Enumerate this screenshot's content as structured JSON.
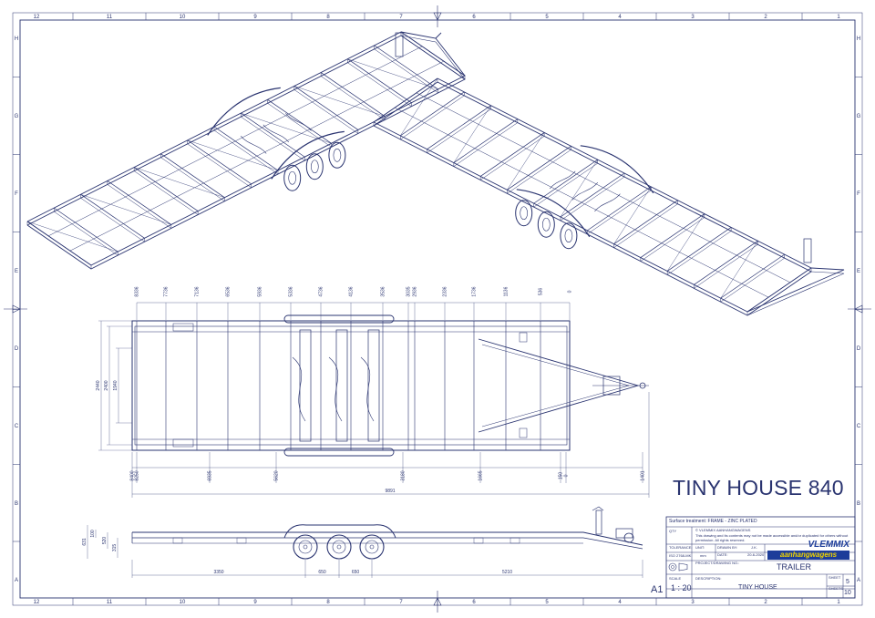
{
  "title": "TINY HOUSE 840",
  "border": {
    "cols_top": [
      "12",
      "11",
      "10",
      "9",
      "8",
      "7",
      "6",
      "5",
      "4",
      "3",
      "2",
      "1"
    ],
    "rows": [
      "H",
      "G",
      "F",
      "E",
      "D",
      "C",
      "B",
      "A"
    ]
  },
  "plan_dims": {
    "top": [
      "8336",
      "7736",
      "7136",
      "6536",
      "5936",
      "5336",
      "4736",
      "4136",
      "3536",
      "3035",
      "2936",
      "2336",
      "1736",
      "1136",
      "536",
      "0"
    ],
    "left": [
      "2440",
      "2400",
      "1940"
    ],
    "bottom": [
      "8400",
      "8250",
      "6935",
      "5620",
      "3180",
      "1665",
      "150",
      "0",
      "1401"
    ],
    "overall": "9891"
  },
  "side_dims": {
    "left": [
      "631",
      "100",
      "520",
      "315"
    ],
    "bottom": [
      "3350",
      "650",
      "650",
      "5210"
    ]
  },
  "titleblock": {
    "surface": "Surface treatment:  FRAME - ZINC PLATED",
    "qty_label": "QTY",
    "copyright": "© VLEMMIX AANHANGWAGENS",
    "notice1": "This drawing and its contents may not be made accessible and/or duplicated for others without",
    "notice2": "permission. All rights reserved.",
    "tolerance_label": "TOLERANCE:",
    "tolerance": "ISO 2768-MK",
    "unit_label": "UNIT:",
    "unit": "mm",
    "drawn_label": "DRAWN BY:",
    "drawn": "J.K.",
    "date_label": "DATE:",
    "date": "20-6-2020",
    "project_label": "PROJECT/DRAWING NO.:",
    "project": "TRAILER",
    "scale_label": "SCALE",
    "scale": "1 : 20",
    "desc_label": "DESCRIPTION:",
    "description": "TINY HOUSE",
    "sheet_label": "SHEET",
    "sheet": "5",
    "sheets_label": "SHEETS",
    "sheets": "10",
    "size": "A1",
    "logo_top": "VLEMMIX",
    "logo_bottom": "aanhangwagens"
  },
  "colors": {
    "line": "#2a3470",
    "brand": "#1d3d9a",
    "brand_accent": "#f1d400"
  }
}
